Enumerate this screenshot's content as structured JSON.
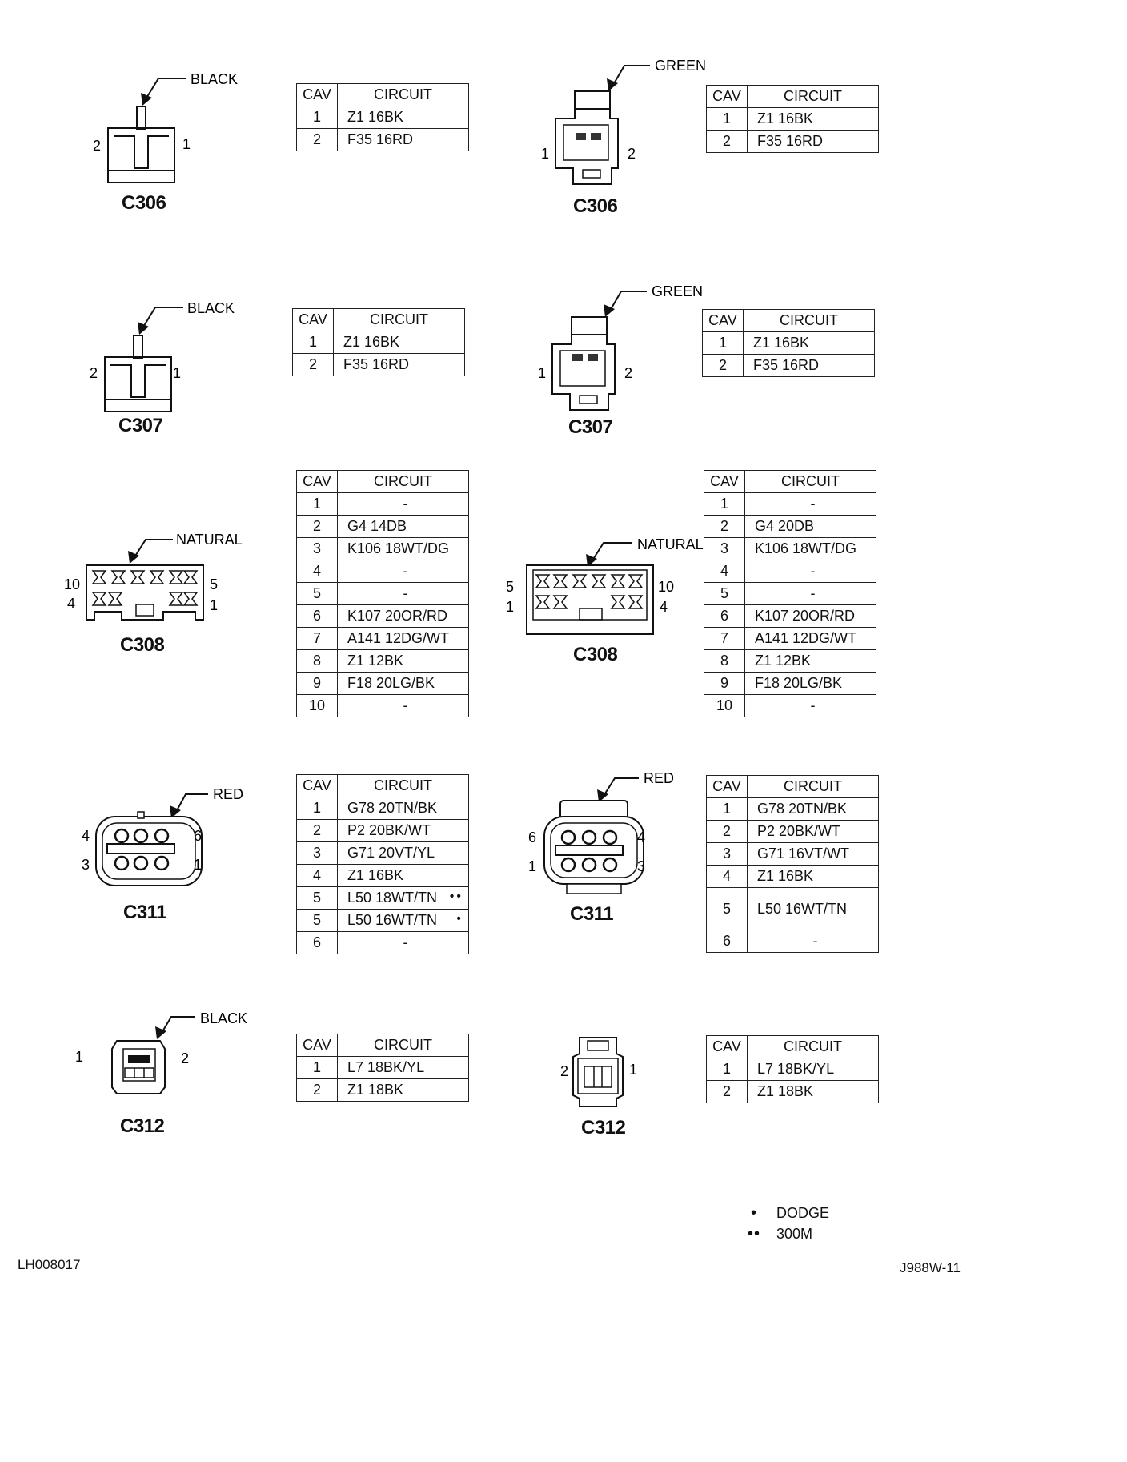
{
  "diagram": {
    "rows": [
      {
        "left": {
          "connector_id": "C306",
          "color_label": "BLACK",
          "pin_labels": [
            "2",
            "1"
          ],
          "table": {
            "cav_header": "CAV",
            "circuit_header": "CIRCUIT",
            "rows": [
              {
                "cav": "1",
                "circuit": "Z1 16BK"
              },
              {
                "cav": "2",
                "circuit": "F35 16RD"
              }
            ]
          }
        },
        "right": {
          "connector_id": "C306",
          "color_label": "GREEN",
          "pin_labels": [
            "1",
            "2"
          ],
          "table": {
            "cav_header": "CAV",
            "circuit_header": "CIRCUIT",
            "rows": [
              {
                "cav": "1",
                "circuit": "Z1 16BK"
              },
              {
                "cav": "2",
                "circuit": "F35 16RD"
              }
            ]
          }
        }
      },
      {
        "left": {
          "connector_id": "C307",
          "color_label": "BLACK",
          "pin_labels": [
            "2",
            "1"
          ],
          "table": {
            "cav_header": "CAV",
            "circuit_header": "CIRCUIT",
            "rows": [
              {
                "cav": "1",
                "circuit": "Z1 16BK"
              },
              {
                "cav": "2",
                "circuit": "F35 16RD"
              }
            ]
          }
        },
        "right": {
          "connector_id": "C307",
          "color_label": "GREEN",
          "pin_labels": [
            "1",
            "2"
          ],
          "table": {
            "cav_header": "CAV",
            "circuit_header": "CIRCUIT",
            "rows": [
              {
                "cav": "1",
                "circuit": "Z1 16BK"
              },
              {
                "cav": "2",
                "circuit": "F35 16RD"
              }
            ]
          }
        }
      },
      {
        "left": {
          "connector_id": "C308",
          "color_label": "NATURAL",
          "pin_labels": [
            "10",
            "4",
            "5",
            "1"
          ],
          "table": {
            "cav_header": "CAV",
            "circuit_header": "CIRCUIT",
            "rows": [
              {
                "cav": "1",
                "circuit": "-"
              },
              {
                "cav": "2",
                "circuit": "G4 14DB"
              },
              {
                "cav": "3",
                "circuit": "K106 18WT/DG"
              },
              {
                "cav": "4",
                "circuit": "-"
              },
              {
                "cav": "5",
                "circuit": "-"
              },
              {
                "cav": "6",
                "circuit": "K107 20OR/RD"
              },
              {
                "cav": "7",
                "circuit": "A141 12DG/WT"
              },
              {
                "cav": "8",
                "circuit": "Z1 12BK"
              },
              {
                "cav": "9",
                "circuit": "F18 20LG/BK"
              },
              {
                "cav": "10",
                "circuit": "-"
              }
            ]
          }
        },
        "right": {
          "connector_id": "C308",
          "color_label": "NATURAL",
          "pin_labels": [
            "5",
            "1",
            "10",
            "4"
          ],
          "table": {
            "cav_header": "CAV",
            "circuit_header": "CIRCUIT",
            "rows": [
              {
                "cav": "1",
                "circuit": "-"
              },
              {
                "cav": "2",
                "circuit": "G4 20DB"
              },
              {
                "cav": "3",
                "circuit": "K106 18WT/DG"
              },
              {
                "cav": "4",
                "circuit": "-"
              },
              {
                "cav": "5",
                "circuit": "-"
              },
              {
                "cav": "6",
                "circuit": "K107 20OR/RD"
              },
              {
                "cav": "7",
                "circuit": "A141 12DG/WT"
              },
              {
                "cav": "8",
                "circuit": "Z1 12BK"
              },
              {
                "cav": "9",
                "circuit": "F18 20LG/BK"
              },
              {
                "cav": "10",
                "circuit": "-"
              }
            ]
          }
        }
      },
      {
        "left": {
          "connector_id": "C311",
          "color_label": "RED",
          "pin_labels": [
            "4",
            "3",
            "6",
            "1"
          ],
          "table": {
            "cav_header": "CAV",
            "circuit_header": "CIRCUIT",
            "rows": [
              {
                "cav": "1",
                "circuit": "G78 20TN/BK"
              },
              {
                "cav": "2",
                "circuit": "P2 20BK/WT"
              },
              {
                "cav": "3",
                "circuit": "G71 20VT/YL"
              },
              {
                "cav": "4",
                "circuit": "Z1 16BK"
              },
              {
                "cav": "5",
                "circuit": "L50 18WT/TN",
                "marker": "••"
              },
              {
                "cav": "5",
                "circuit": "L50 16WT/TN",
                "marker": "•"
              },
              {
                "cav": "6",
                "circuit": "-"
              }
            ]
          }
        },
        "right": {
          "connector_id": "C311",
          "color_label": "RED",
          "pin_labels": [
            "6",
            "1",
            "4",
            "3"
          ],
          "table": {
            "cav_header": "CAV",
            "circuit_header": "CIRCUIT",
            "rows": [
              {
                "cav": "1",
                "circuit": "G78 20TN/BK"
              },
              {
                "cav": "2",
                "circuit": "P2 20BK/WT"
              },
              {
                "cav": "3",
                "circuit": "G71 16VT/WT"
              },
              {
                "cav": "4",
                "circuit": "Z1 16BK"
              },
              {
                "cav": "5",
                "circuit": "L50 16WT/TN",
                "tall": true
              },
              {
                "cav": "6",
                "circuit": "-"
              }
            ]
          }
        }
      },
      {
        "left": {
          "connector_id": "C312",
          "color_label": "BLACK",
          "pin_labels": [
            "1",
            "2"
          ],
          "table": {
            "cav_header": "CAV",
            "circuit_header": "CIRCUIT",
            "rows": [
              {
                "cav": "1",
                "circuit": "L7 18BK/YL"
              },
              {
                "cav": "2",
                "circuit": "Z1 18BK"
              }
            ]
          }
        },
        "right": {
          "connector_id": "C312",
          "color_label": "",
          "pin_labels": [
            "2",
            "1"
          ],
          "table": {
            "cav_header": "CAV",
            "circuit_header": "CIRCUIT",
            "rows": [
              {
                "cav": "1",
                "circuit": "L7 18BK/YL"
              },
              {
                "cav": "2",
                "circuit": "Z1 18BK"
              }
            ]
          }
        }
      }
    ]
  },
  "legend": [
    {
      "symbol": "•",
      "label": "DODGE"
    },
    {
      "symbol": "••",
      "label": "300M"
    }
  ],
  "footer": {
    "left_code": "LH008017",
    "right_code": "J988W-11"
  }
}
